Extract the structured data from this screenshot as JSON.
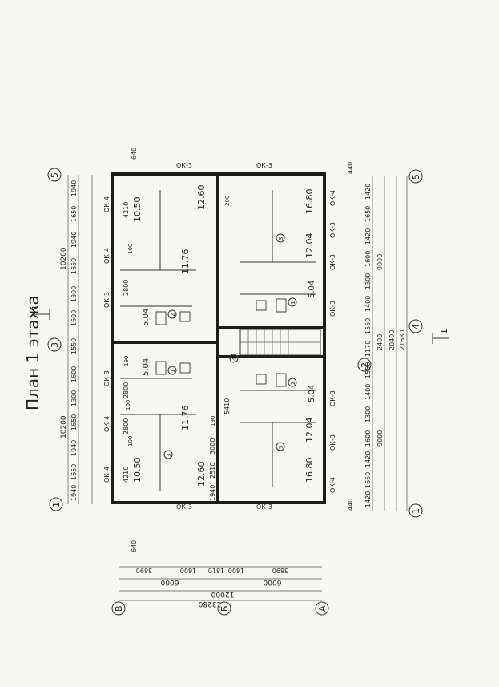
{
  "title": "План 1 этажа",
  "section_mark": "1",
  "axes": {
    "vertical": [
      "1",
      "3",
      "5",
      "2",
      "4",
      "1",
      "5"
    ],
    "horizontal": [
      "В",
      "Б",
      "А"
    ]
  },
  "top_dims": {
    "overall": [
      "10200",
      "10200"
    ],
    "chain": [
      "1940",
      "1650",
      "1940",
      "1650",
      "1300",
      "1600",
      "1550",
      "1600",
      "1300",
      "1650",
      "1940",
      "1650",
      "1940"
    ]
  },
  "bottom_dims": {
    "overall": [
      "21680",
      "20400",
      "2400",
      "9000",
      "9000"
    ],
    "chain": [
      "1420",
      "1650",
      "1420",
      "1600",
      "1300",
      "1400",
      "1550",
      "1170",
      "1550",
      "1400",
      "1300",
      "1600",
      "1420",
      "1650",
      "1420"
    ]
  },
  "left_dims": {
    "overall": "13280",
    "second": [
      "12000",
      "6000",
      "6000"
    ],
    "chain": [
      "3890",
      "1600",
      "1810",
      "1600",
      "3890"
    ],
    "end_marks": [
      "640",
      "640",
      "440",
      "440"
    ]
  },
  "room_areas": [
    "10.50",
    "12.60",
    "11.76",
    "5.04",
    "5.04",
    "11.76",
    "10.50",
    "12.60",
    "16.80",
    "12.04",
    "5.04",
    "5.04",
    "12.04",
    "16.80"
  ],
  "inner_dims": [
    "4210",
    "2800",
    "2800",
    "2800",
    "4210",
    "100",
    "190",
    "100",
    "1940",
    "2510",
    "3000",
    "190",
    "5410",
    "200",
    "100"
  ],
  "windows_top": [
    "ОК-4",
    "ОК-4",
    "ОК-3",
    "ОК-3",
    "ОК-4",
    "ОК-4"
  ],
  "windows_bottom": [
    "ОК-4",
    "ОК-3",
    "ОК-3",
    "ОК-3",
    "ОК-3",
    "ОК-3",
    "ОК-4"
  ],
  "windows_side": [
    "ОК-3",
    "ОК-3",
    "ОК-3",
    "ОК-3"
  ],
  "markers": [
    "1",
    "2",
    "3",
    "4"
  ]
}
